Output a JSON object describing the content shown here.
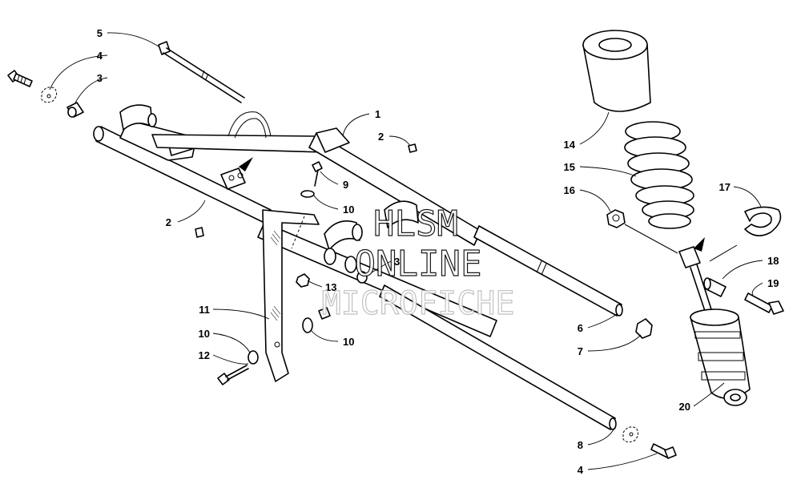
{
  "diagram": {
    "callouts": [
      {
        "id": "c5",
        "label": "5"
      },
      {
        "id": "c4a",
        "label": "4"
      },
      {
        "id": "c3a",
        "label": "3"
      },
      {
        "id": "c1",
        "label": "1"
      },
      {
        "id": "c2a",
        "label": "2"
      },
      {
        "id": "c9",
        "label": "9"
      },
      {
        "id": "c10a",
        "label": "10"
      },
      {
        "id": "c2b",
        "label": "2"
      },
      {
        "id": "c3b",
        "label": "3"
      },
      {
        "id": "c13",
        "label": "13"
      },
      {
        "id": "c11",
        "label": "11"
      },
      {
        "id": "c10b",
        "label": "10"
      },
      {
        "id": "c10c",
        "label": "10"
      },
      {
        "id": "c12",
        "label": "12"
      },
      {
        "id": "c6",
        "label": "6"
      },
      {
        "id": "c7",
        "label": "7"
      },
      {
        "id": "c8",
        "label": "8"
      },
      {
        "id": "c4b",
        "label": "4"
      },
      {
        "id": "c14",
        "label": "14"
      },
      {
        "id": "c15",
        "label": "15"
      },
      {
        "id": "c16",
        "label": "16"
      },
      {
        "id": "c17",
        "label": "17"
      },
      {
        "id": "c18",
        "label": "18"
      },
      {
        "id": "c19",
        "label": "19"
      },
      {
        "id": "c20",
        "label": "20"
      }
    ]
  },
  "watermark": {
    "line1": "HLSM",
    "line2": "ONLINE",
    "line3": "MICROFICHE"
  }
}
